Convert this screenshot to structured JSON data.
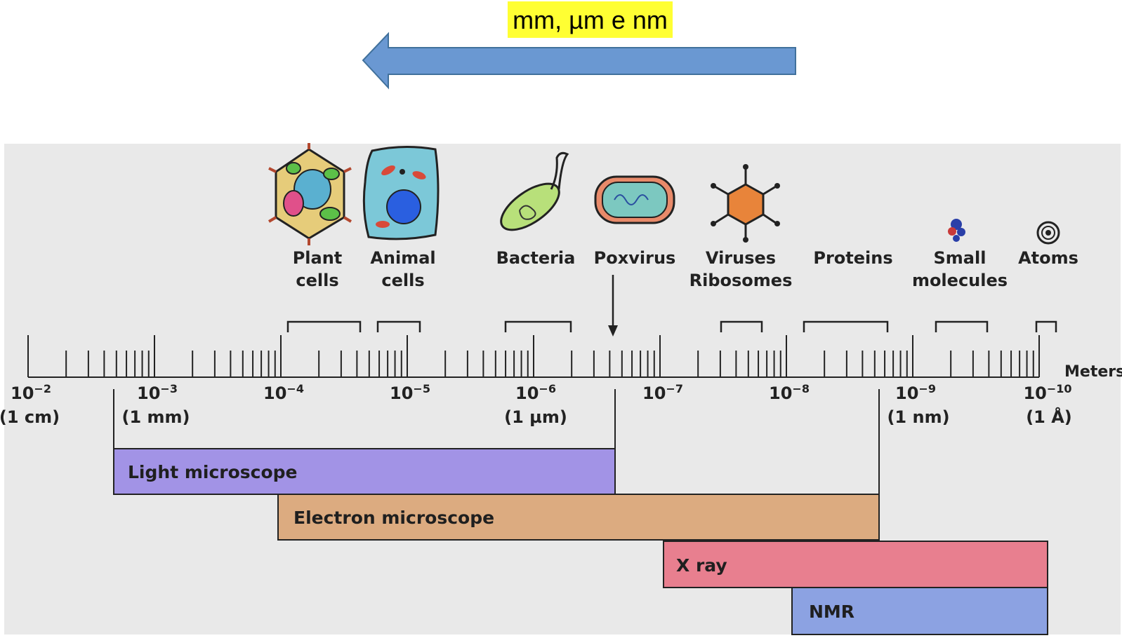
{
  "header": {
    "highlight_text": "mm, µm e nm",
    "highlight_color": "#ffff33",
    "arrow_color": "#6a98d2",
    "arrow_direction": "left"
  },
  "scale": {
    "unit": "Meters",
    "ticks": [
      {
        "exp_base": "10",
        "exp": "−2",
        "sub": "(1 cm)"
      },
      {
        "exp_base": "10",
        "exp": "−3",
        "sub": "(1 mm)"
      },
      {
        "exp_base": "10",
        "exp": "−4",
        "sub": ""
      },
      {
        "exp_base": "10",
        "exp": "−5",
        "sub": ""
      },
      {
        "exp_base": "10",
        "exp": "−6",
        "sub": "(1 µm)"
      },
      {
        "exp_base": "10",
        "exp": "−7",
        "sub": ""
      },
      {
        "exp_base": "10",
        "exp": "−8",
        "sub": ""
      },
      {
        "exp_base": "10",
        "exp": "−9",
        "sub": "(1 nm)"
      },
      {
        "exp_base": "10",
        "exp": "−10",
        "sub": "(1 Å)"
      }
    ]
  },
  "organisms": [
    {
      "line1": "Plant",
      "line2": "cells",
      "icon": "plant-cell-icon"
    },
    {
      "line1": "Animal",
      "line2": "cells",
      "icon": "animal-cell-icon"
    },
    {
      "line1": "Bacteria",
      "line2": "",
      "icon": "bacteria-icon"
    },
    {
      "line1": "Poxvirus",
      "line2": "",
      "icon": "poxvirus-icon"
    },
    {
      "line1": "Viruses",
      "line2": "Ribosomes",
      "icon": "virus-icon"
    },
    {
      "line1": "Proteins",
      "line2": "",
      "icon": ""
    },
    {
      "line1": "Small",
      "line2": "molecules",
      "icon": "molecule-icon"
    },
    {
      "line1": "Atoms",
      "line2": "",
      "icon": "atom-icon"
    }
  ],
  "techniques": [
    {
      "label": "Light microscope",
      "color": "#a293e6"
    },
    {
      "label": "Electron microscope",
      "color": "#dcab80"
    },
    {
      "label": "X ray",
      "color": "#e87f8f"
    },
    {
      "label": "NMR",
      "color": "#8ca2e2"
    }
  ]
}
